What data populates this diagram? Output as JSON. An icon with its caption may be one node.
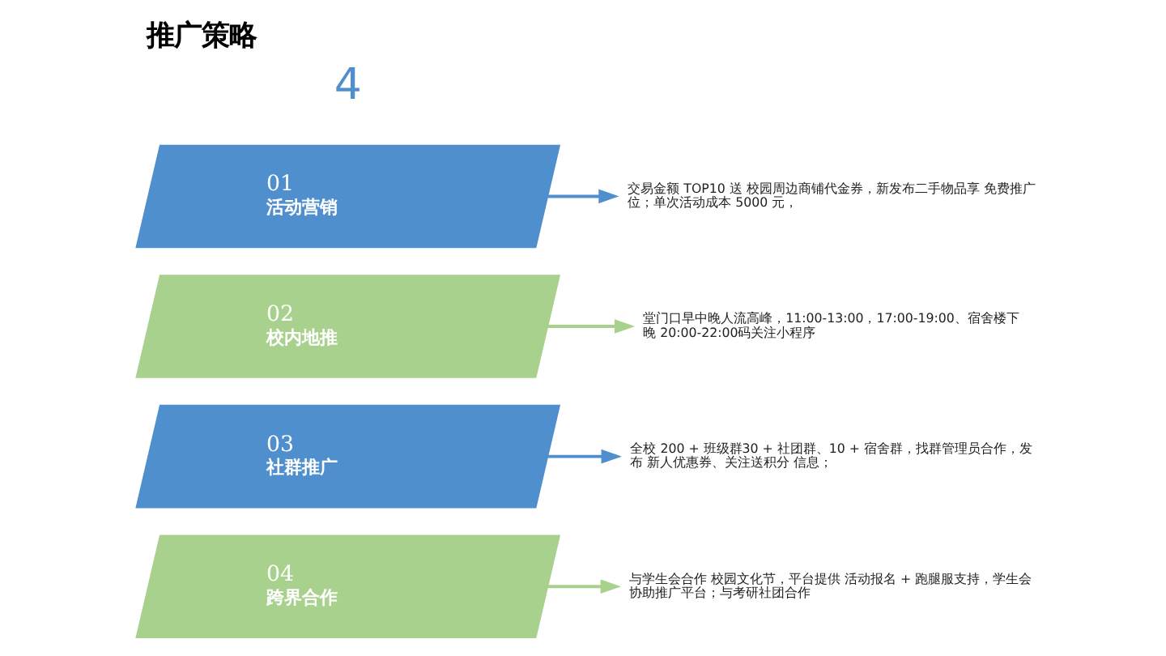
{
  "diagram": {
    "title": "推广策略",
    "nodes": [
      {
        "text": [
          "01",
          "活动营销"
        ]
      },
      {
        "text": [
          "交易金额 TOP10 送 校园周边商铺代金券，新发布二手物品享 免费推广位；单次活动成本 5000 元，"
        ]
      },
      {
        "text": [
          "02",
          "校内地推"
        ]
      },
      {
        "text": [
          "堂门口早中晚人流高峰，11:00-13:00，17:00-19:00、宿舍楼下晚 20:00-22:00码关注小程序"
        ]
      },
      {
        "text": [
          "03",
          "社群推广"
        ]
      },
      {
        "text": [
          "全校 200 + 班级群30 + 社团群、10 + 宿舍群，找群管理员合作，发布 新人优惠券、关注送积分 信息；"
        ]
      },
      {
        "text": [
          "04",
          "跨界合作"
        ]
      },
      {
        "text": [
          "与学生会合作 校园文化节，平台提供 活动报名 + 跑腿服支持，学生会协助推广平台；与考研社团合作"
        ]
      }
    ],
    "edges": [
      {
        "from": 0,
        "to": 1,
        "arrow": "to",
        "color": "#4f8fcd"
      },
      {
        "from": 2,
        "to": 3,
        "arrow": "to",
        "color": "#a9d18e"
      },
      {
        "from": 4,
        "to": 5,
        "arrow": "to",
        "color": "#4f8fcd"
      },
      {
        "from": 6,
        "to": 7,
        "arrow": "to",
        "color": "#a9d18e"
      }
    ],
    "labels": [
      "4"
    ]
  }
}
